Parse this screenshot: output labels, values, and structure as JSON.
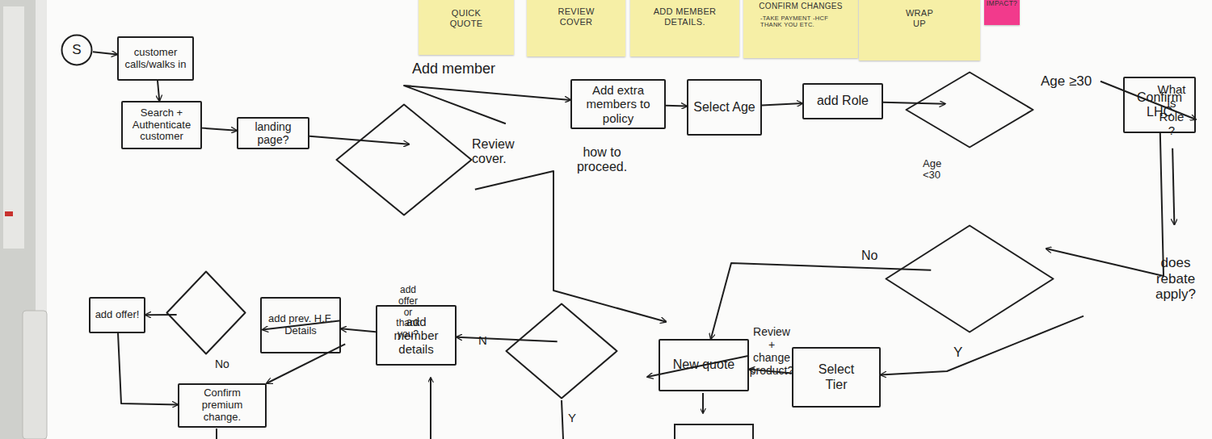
{
  "diagram": {
    "nodes": [
      {
        "text": [
          "QUICK QUOTE"
        ]
      },
      {
        "text": [
          "REVIEW COVER"
        ]
      },
      {
        "text": [
          "ADD MEMBER DETAILS."
        ]
      },
      {
        "text": [
          "CONFIRM CHANGES",
          "-TAKE PAYMENT -HCF THANK YOU ETC."
        ]
      },
      {
        "text": [
          "WRAP UP"
        ]
      },
      {
        "text": [
          "IMPACT?"
        ]
      },
      {
        "text": [
          "S"
        ]
      },
      {
        "text": [
          "customer calls/walks in"
        ]
      },
      {
        "text": [
          "Search + Authenticate customer"
        ]
      },
      {
        "text": [
          "landing page?"
        ]
      },
      {
        "text": [
          "how to proceed."
        ]
      },
      {
        "text": [
          "Add extra members to policy"
        ]
      },
      {
        "text": [
          "Select Age"
        ]
      },
      {
        "text": [
          "add Role"
        ]
      },
      {
        "text": [
          "What is Role ?"
        ]
      },
      {
        "text": [
          "Confirm LHC"
        ]
      },
      {
        "text": [
          "does rebate apply?"
        ]
      },
      {
        "text": [
          "Select Tier"
        ]
      },
      {
        "text": [
          "New quote"
        ]
      },
      {
        "text": [
          "Review + change product?"
        ]
      },
      {
        "text": [
          "add member details"
        ]
      },
      {
        "text": [
          "add prev. H.F. Details"
        ]
      },
      {
        "text": [
          "add offer or thank you?"
        ]
      },
      {
        "text": [
          "add offer!"
        ]
      },
      {
        "text": [
          "Confirm premium change."
        ]
      }
    ],
    "edges": [
      {
        "from": 6,
        "to": 7,
        "arrow": "to"
      },
      {
        "from": 7,
        "to": 8,
        "arrow": "to"
      },
      {
        "from": 8,
        "to": 9,
        "arrow": "to"
      },
      {
        "from": 9,
        "to": 10,
        "arrow": "to"
      },
      {
        "from": 10,
        "to": 11,
        "label": "Add member",
        "arrow": "to"
      },
      {
        "from": 10,
        "to": 19,
        "label": "Review cover.",
        "arrow": "to"
      },
      {
        "from": 11,
        "to": 12,
        "arrow": "to"
      },
      {
        "from": 12,
        "to": 13,
        "arrow": "to"
      },
      {
        "from": 13,
        "to": 14,
        "arrow": "to"
      },
      {
        "from": 14,
        "to": 15,
        "label": "Age ≥30",
        "arrow": "to"
      },
      {
        "from": 14,
        "to": 16,
        "label": "Age <30",
        "arrow": "to"
      },
      {
        "from": 15,
        "to": 16,
        "arrow": "to"
      },
      {
        "from": 16,
        "to": 18,
        "label": "No",
        "arrow": "to"
      },
      {
        "from": 16,
        "to": 17,
        "label": "Y",
        "arrow": "to"
      },
      {
        "from": 17,
        "to": 18,
        "arrow": "to"
      },
      {
        "from": 18,
        "to": 19,
        "arrow": "to"
      },
      {
        "from": 19,
        "to": 20,
        "label": "N",
        "arrow": "to"
      },
      {
        "from": 20,
        "to": 21,
        "arrow": "to"
      },
      {
        "from": 21,
        "to": 22,
        "arrow": "to"
      },
      {
        "from": 22,
        "to": 23,
        "arrow": "to"
      },
      {
        "from": 22,
        "to": 24,
        "label": "No",
        "arrow": "to"
      },
      {
        "from": 23,
        "to": 24,
        "arrow": "to"
      }
    ],
    "labels": [
      "Y"
    ]
  }
}
